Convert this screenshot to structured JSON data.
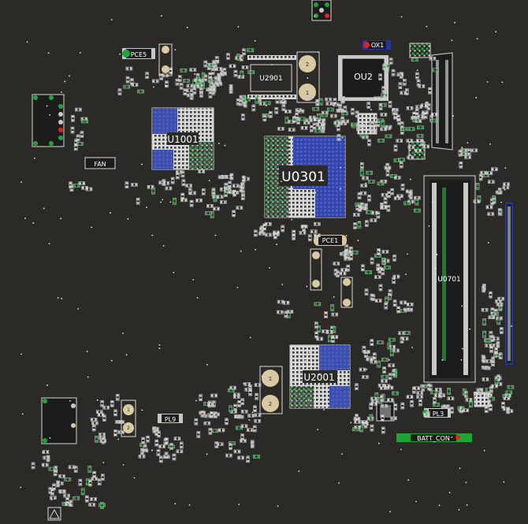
{
  "colors": {
    "background": "#2b2a27",
    "outline": "#d8d8d8",
    "pad_gray": "#c8c8c8",
    "pad_green": "#1fa43a",
    "pad_red": "#e02020",
    "pad_blue": "#2035a8",
    "pad_tan": "#d8c9a3",
    "label_bg": "#1c1c1c",
    "label_text": "#ffffff"
  },
  "labels": {
    "u0301": "U0301",
    "u1001": "U1001",
    "u2001": "U2001",
    "u2901": "U2901",
    "ou2": "OU2",
    "u0701": "U0701",
    "pce5": "PCE5",
    "pce1": "PCE1",
    "fan": "FAN",
    "ox1": "OX1",
    "pl9": "PL9",
    "pl3": "PL3",
    "batt_con": "BATT_CON",
    "cap_top_2": "2",
    "cap_top_1": "1",
    "cap_bot_1": "1",
    "cap_bot_2": "2",
    "pl9_cap_1": "1",
    "pl9_cap_2": "2"
  }
}
